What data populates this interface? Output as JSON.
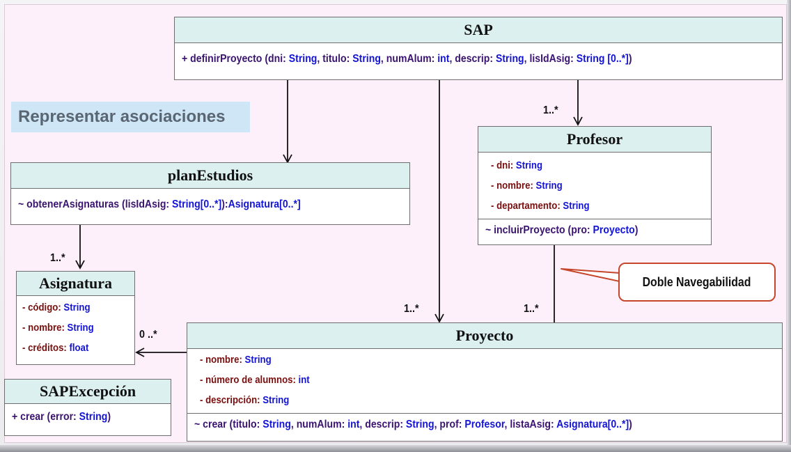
{
  "title": "Representar asociaciones",
  "callout": "Doble Navegabilidad",
  "classes": {
    "sap": {
      "name": "SAP",
      "op": {
        "vis": "+",
        "name": "definirProyecto",
        "open": " (",
        "close": ")",
        "params": [
          {
            "n": "dni:",
            "t": "String"
          },
          {
            "n": "titulo:",
            "t": "String"
          },
          {
            "n": "numAlum:",
            "t": "int"
          },
          {
            "n": "descrip:",
            "t": "String"
          },
          {
            "n": "lisIdAsig:",
            "t": "String [0..*]"
          }
        ]
      }
    },
    "plan": {
      "name": "planEstudios",
      "op": {
        "vis": "~",
        "name": "obtenerAsignaturas",
        "open": " (",
        "param": "lisIdAsig:",
        "ptype": "String[0..*]",
        "close": "):",
        "ret": "Asignatura[0..*]"
      }
    },
    "profesor": {
      "name": "Profesor",
      "attrs": [
        {
          "n": "- dni:",
          "t": "String"
        },
        {
          "n": "- nombre:",
          "t": "String"
        },
        {
          "n": "- departamento:",
          "t": "String"
        }
      ],
      "op": {
        "vis": "~",
        "name": "incluirProyecto",
        "open": " (",
        "param": "pro:",
        "ptype": "Proyecto",
        "close": ")"
      }
    },
    "asignatura": {
      "name": "Asignatura",
      "attrs": [
        {
          "n": "- código:",
          "t": "String"
        },
        {
          "n": "- nombre:",
          "t": "String"
        },
        {
          "n": "- créditos:",
          "t": "float"
        }
      ]
    },
    "proyecto": {
      "name": "Proyecto",
      "attrs": [
        {
          "n": "- nombre:",
          "t": "String"
        },
        {
          "n": "- número de alumnos:",
          "t": "int"
        },
        {
          "n": "- descripción:",
          "t": "String"
        }
      ],
      "op": {
        "vis": "~",
        "name": "crear",
        "open": " (",
        "params": [
          {
            "n": "titulo:",
            "t": "String"
          },
          {
            "n": "numAlum:",
            "t": "int"
          },
          {
            "n": "descrip:",
            "t": "String"
          },
          {
            "n": "prof:",
            "t": "Profesor"
          },
          {
            "n": "listaAsig:",
            "t": "Asignatura[0..*]"
          }
        ],
        "close": ")"
      }
    },
    "excepcion": {
      "name": "SAPExcepción",
      "op": {
        "vis": "+",
        "name": "crear",
        "open": " (",
        "param": "error:",
        "ptype": "String",
        "close": ")"
      }
    }
  },
  "multiplicities": {
    "sap_profesor": "1..*",
    "plan_asignatura": "1..*",
    "sap_proyecto": "1..*",
    "profesor_proyecto": "1..*",
    "proyecto_asignatura": "0 ..*"
  },
  "colors": {
    "header": "#dcf0ef",
    "name": "#7a0f0f",
    "type": "#1414d6",
    "callout_border": "#c5462a",
    "background": "#fdf0fb"
  }
}
